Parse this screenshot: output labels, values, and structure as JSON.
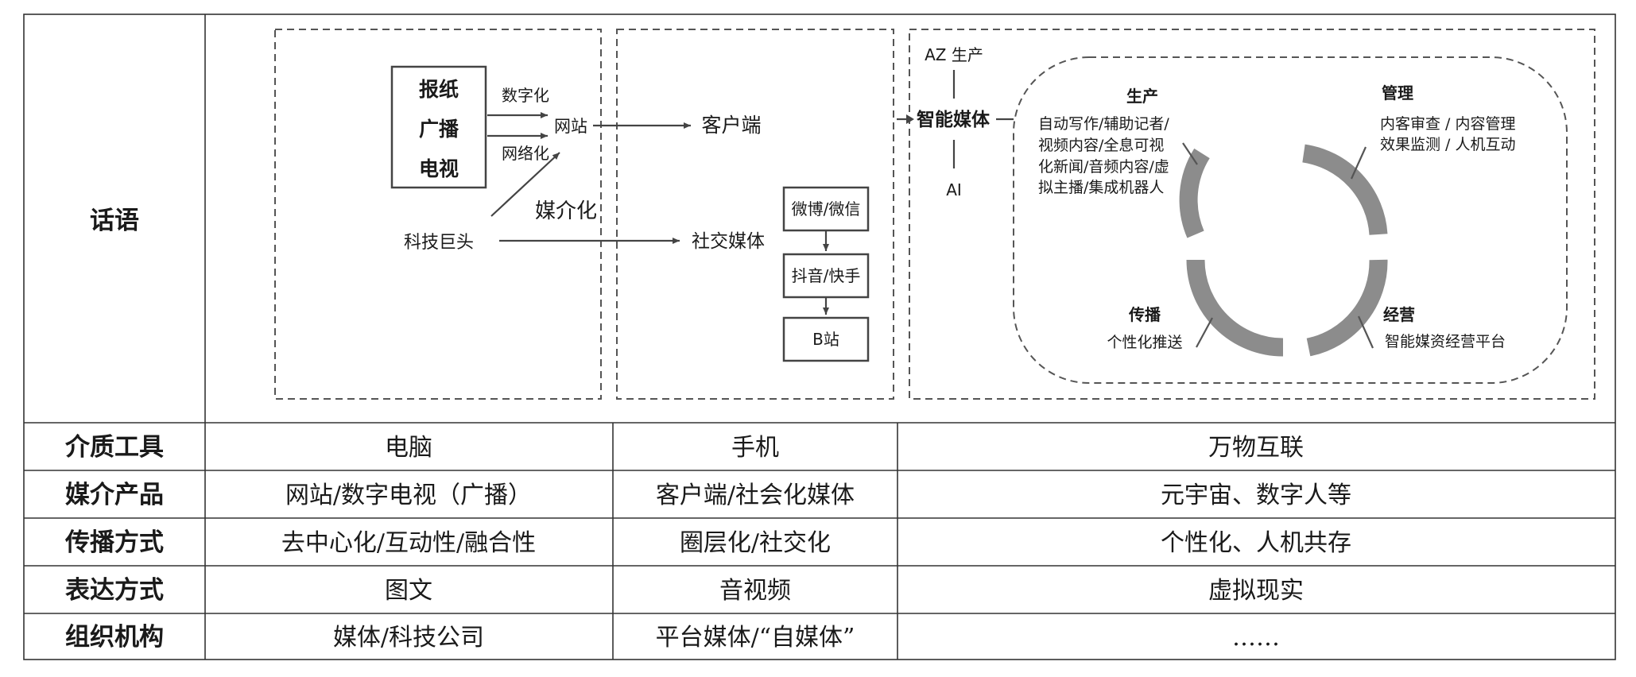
{
  "table": {
    "header_label": "话语",
    "rows": [
      {
        "label": "介质工具",
        "cells": [
          "电脑",
          "手机",
          "万物互联"
        ]
      },
      {
        "label": "媒介产品",
        "cells": [
          "网站/数字电视（广播）",
          "客户端/社会化媒体",
          "元宇宙、数字人等"
        ]
      },
      {
        "label": "传播方式",
        "cells": [
          "去中心化/互动性/融合性",
          "圈层化/社交化",
          "个性化、人机共存"
        ]
      },
      {
        "label": "表达方式",
        "cells": [
          "图文",
          "音视频",
          "虚拟现实"
        ]
      },
      {
        "label": "组织机构",
        "cells": [
          "媒体/科技公司",
          "平台媒体/“自媒体”",
          "……"
        ]
      }
    ]
  },
  "diagram": {
    "panel1": {
      "traditional_media": [
        "报纸",
        "广播",
        "电视"
      ],
      "digitalization": "数字化",
      "networking": "网络化",
      "website": "网站",
      "tech_giants": "科技巨头",
      "mediatization": "媒介化"
    },
    "panel2": {
      "client_app": "客户端",
      "social_media": "社交媒体",
      "platforms": [
        "微博/微信",
        "抖音/快手",
        "B站"
      ]
    },
    "panel3": {
      "az_production": "AZ 生产",
      "smart_media": "智能媒体",
      "ai": "AI",
      "production": {
        "title": "生产",
        "lines": [
          "自动写作/辅助记者/",
          "视频内容/全息可视",
          "化新闻/音频内容/虚",
          "拟主播/集成机器人"
        ]
      },
      "management": {
        "title": "管理",
        "lines": [
          "内客审查 / 内容管理",
          "效果监测 / 人机互动"
        ]
      },
      "distribution": {
        "title": "传播",
        "lines": [
          "个性化推送"
        ]
      },
      "operation": {
        "title": "经营",
        "lines": [
          "智能媒资经营平台"
        ]
      }
    }
  },
  "colors": {
    "line": "#333333",
    "ring": "#8c8c8c",
    "dash": "#555555"
  }
}
